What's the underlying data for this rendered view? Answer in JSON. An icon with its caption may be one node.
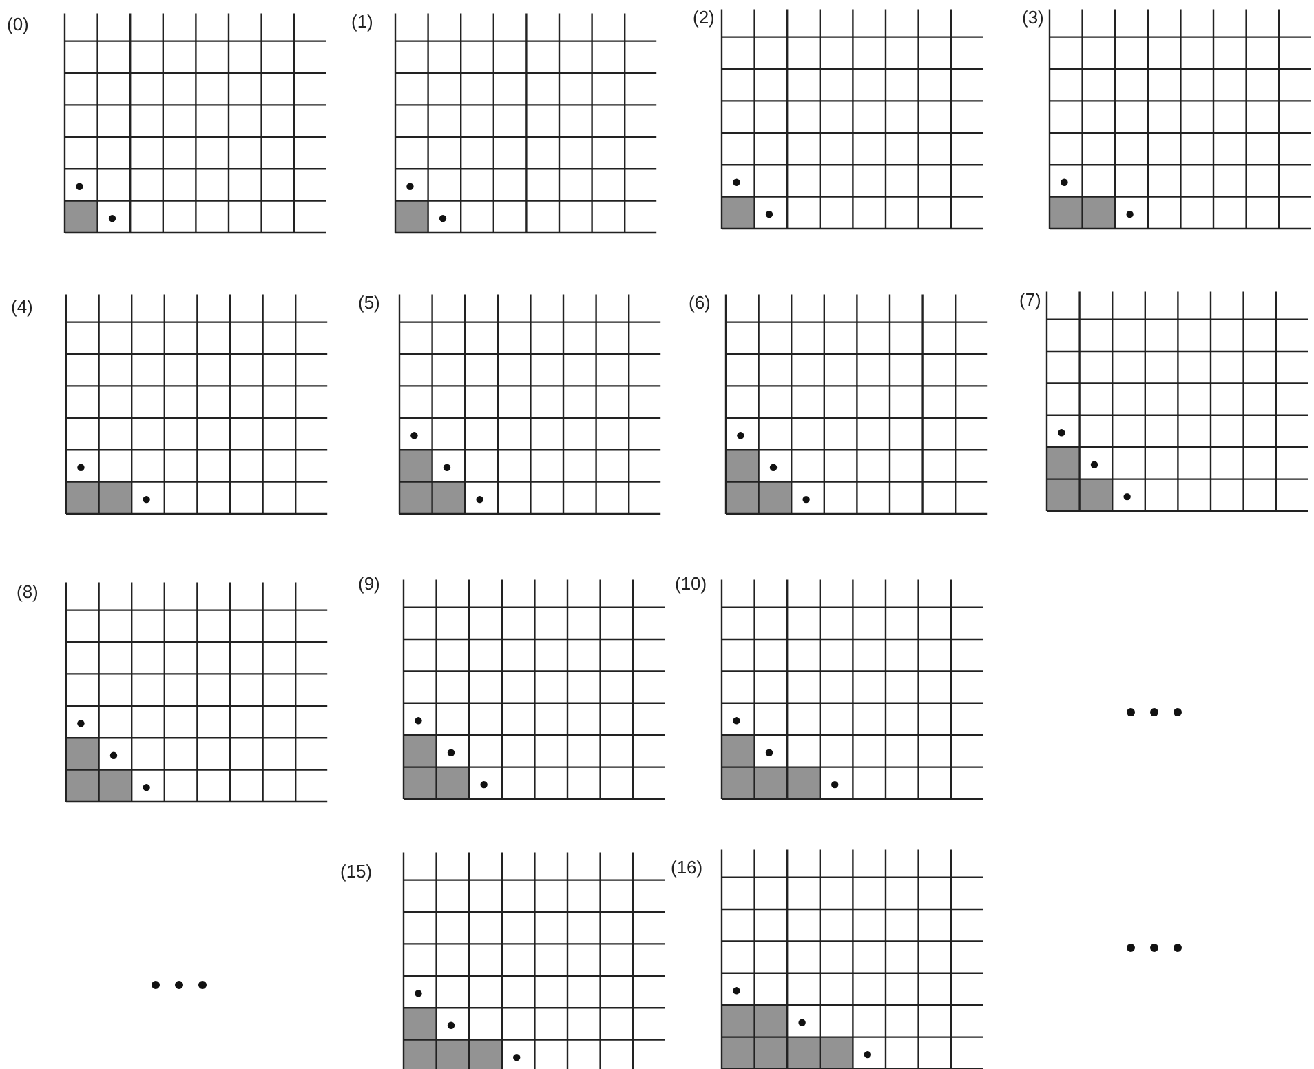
{
  "diagram": {
    "labels": [
      "(0)",
      "(1)",
      "(2)",
      "(3)",
      "(4)",
      "(5)",
      "(6)",
      "(7)",
      "(8)",
      "(9)",
      "(10)",
      "(15)",
      "(16)"
    ]
  }
}
